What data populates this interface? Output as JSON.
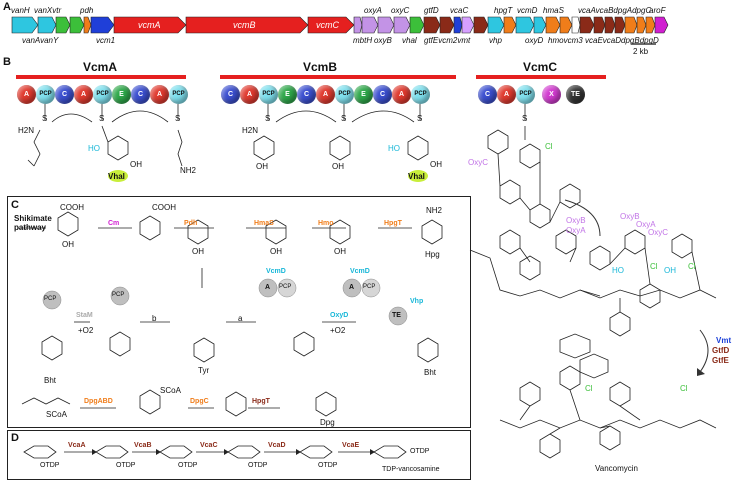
{
  "panel_letters": {
    "a": "A",
    "b": "B",
    "c": "C",
    "d": "D"
  },
  "colors": {
    "red_gene": "#e5201f",
    "cyan_gene": "#2ec6e0",
    "green_gene": "#3cbf3a",
    "blue_gene": "#1f3fd8",
    "orange_gene": "#f07d1a",
    "purple_gene": "#c393e6",
    "brown_gene": "#8a2a18",
    "magenta_gene": "#d01fd0",
    "dom_A": "#e03a2f",
    "dom_C": "#3b4fd0",
    "dom_E": "#2ea84a",
    "dom_X": "#d23bd0",
    "dom_TE": "#333333",
    "dom_PCP": "#7fe0ee"
  },
  "cluster": {
    "top_labels": [
      "vanH",
      "vanXvtr",
      "pdh",
      "vcmA",
      "vcmB",
      "vcmC",
      "oxyA",
      "oxyC",
      "gtfD",
      "vcaC",
      "hpgT",
      "vcmD",
      "hmaS",
      "vcaAvcaBdpgAdpgC",
      "aroF"
    ],
    "bottom_labels": [
      "vanAvanY",
      "vcm1",
      "mbtH",
      "oxyB",
      "vhal",
      "gtfEvcm2vmt",
      "vhp",
      "oxyD",
      "hmovcm3",
      "vcaEvcaDdpgBdpgD"
    ],
    "scale": "2 kb"
  },
  "modules": {
    "a": "VcmA",
    "b": "VcmB",
    "c": "VcmC"
  },
  "domains": {
    "A": "A",
    "C": "C",
    "E": "E",
    "PCP": "PCP",
    "X": "X",
    "TE": "TE"
  },
  "panel_b": {
    "vhal": "Vhal",
    "s": "S",
    "ho": "HO",
    "oh": "OH",
    "nh2": "NH2",
    "h2n": "H2N",
    "o": "O",
    "cl": "Cl"
  },
  "oxy_labels": {
    "oxyc": "OxyC",
    "oxyb": "OxyB",
    "oxya": "OxyA",
    "vmt": "Vmt",
    "gtfd": "GtfD",
    "gtfe": "GtfE"
  },
  "panel_c": {
    "shikimate": "Shikimate pathway",
    "cm": "Cm",
    "pdh": "Pdh",
    "hmas": "HmaS",
    "hmo": "Hmo",
    "hpgt": "HpgT",
    "hpg": "Hpg",
    "tyr": "Tyr",
    "bht": "Bht",
    "stam": "StaM",
    "o2": "+O2",
    "oxyd": "OxyD",
    "vcmd": "VcmD",
    "vhp": "Vhp",
    "a": "a",
    "b": "b",
    "dpgabcd": "DpgABD",
    "dpgc": "DpgC",
    "dpg": "Dpg",
    "scoa": "SCoA",
    "cooh": "COOH",
    "oh": "OH",
    "nh2": "NH2"
  },
  "panel_d": {
    "vcaa": "VcaA",
    "vcab": "VcaB",
    "vcac": "VcaC",
    "vcad": "VcaD",
    "vcae": "VcaE",
    "otdp": "OTDP",
    "product": "TDP-vancosamine"
  },
  "vancomycin": "Vancomycin"
}
